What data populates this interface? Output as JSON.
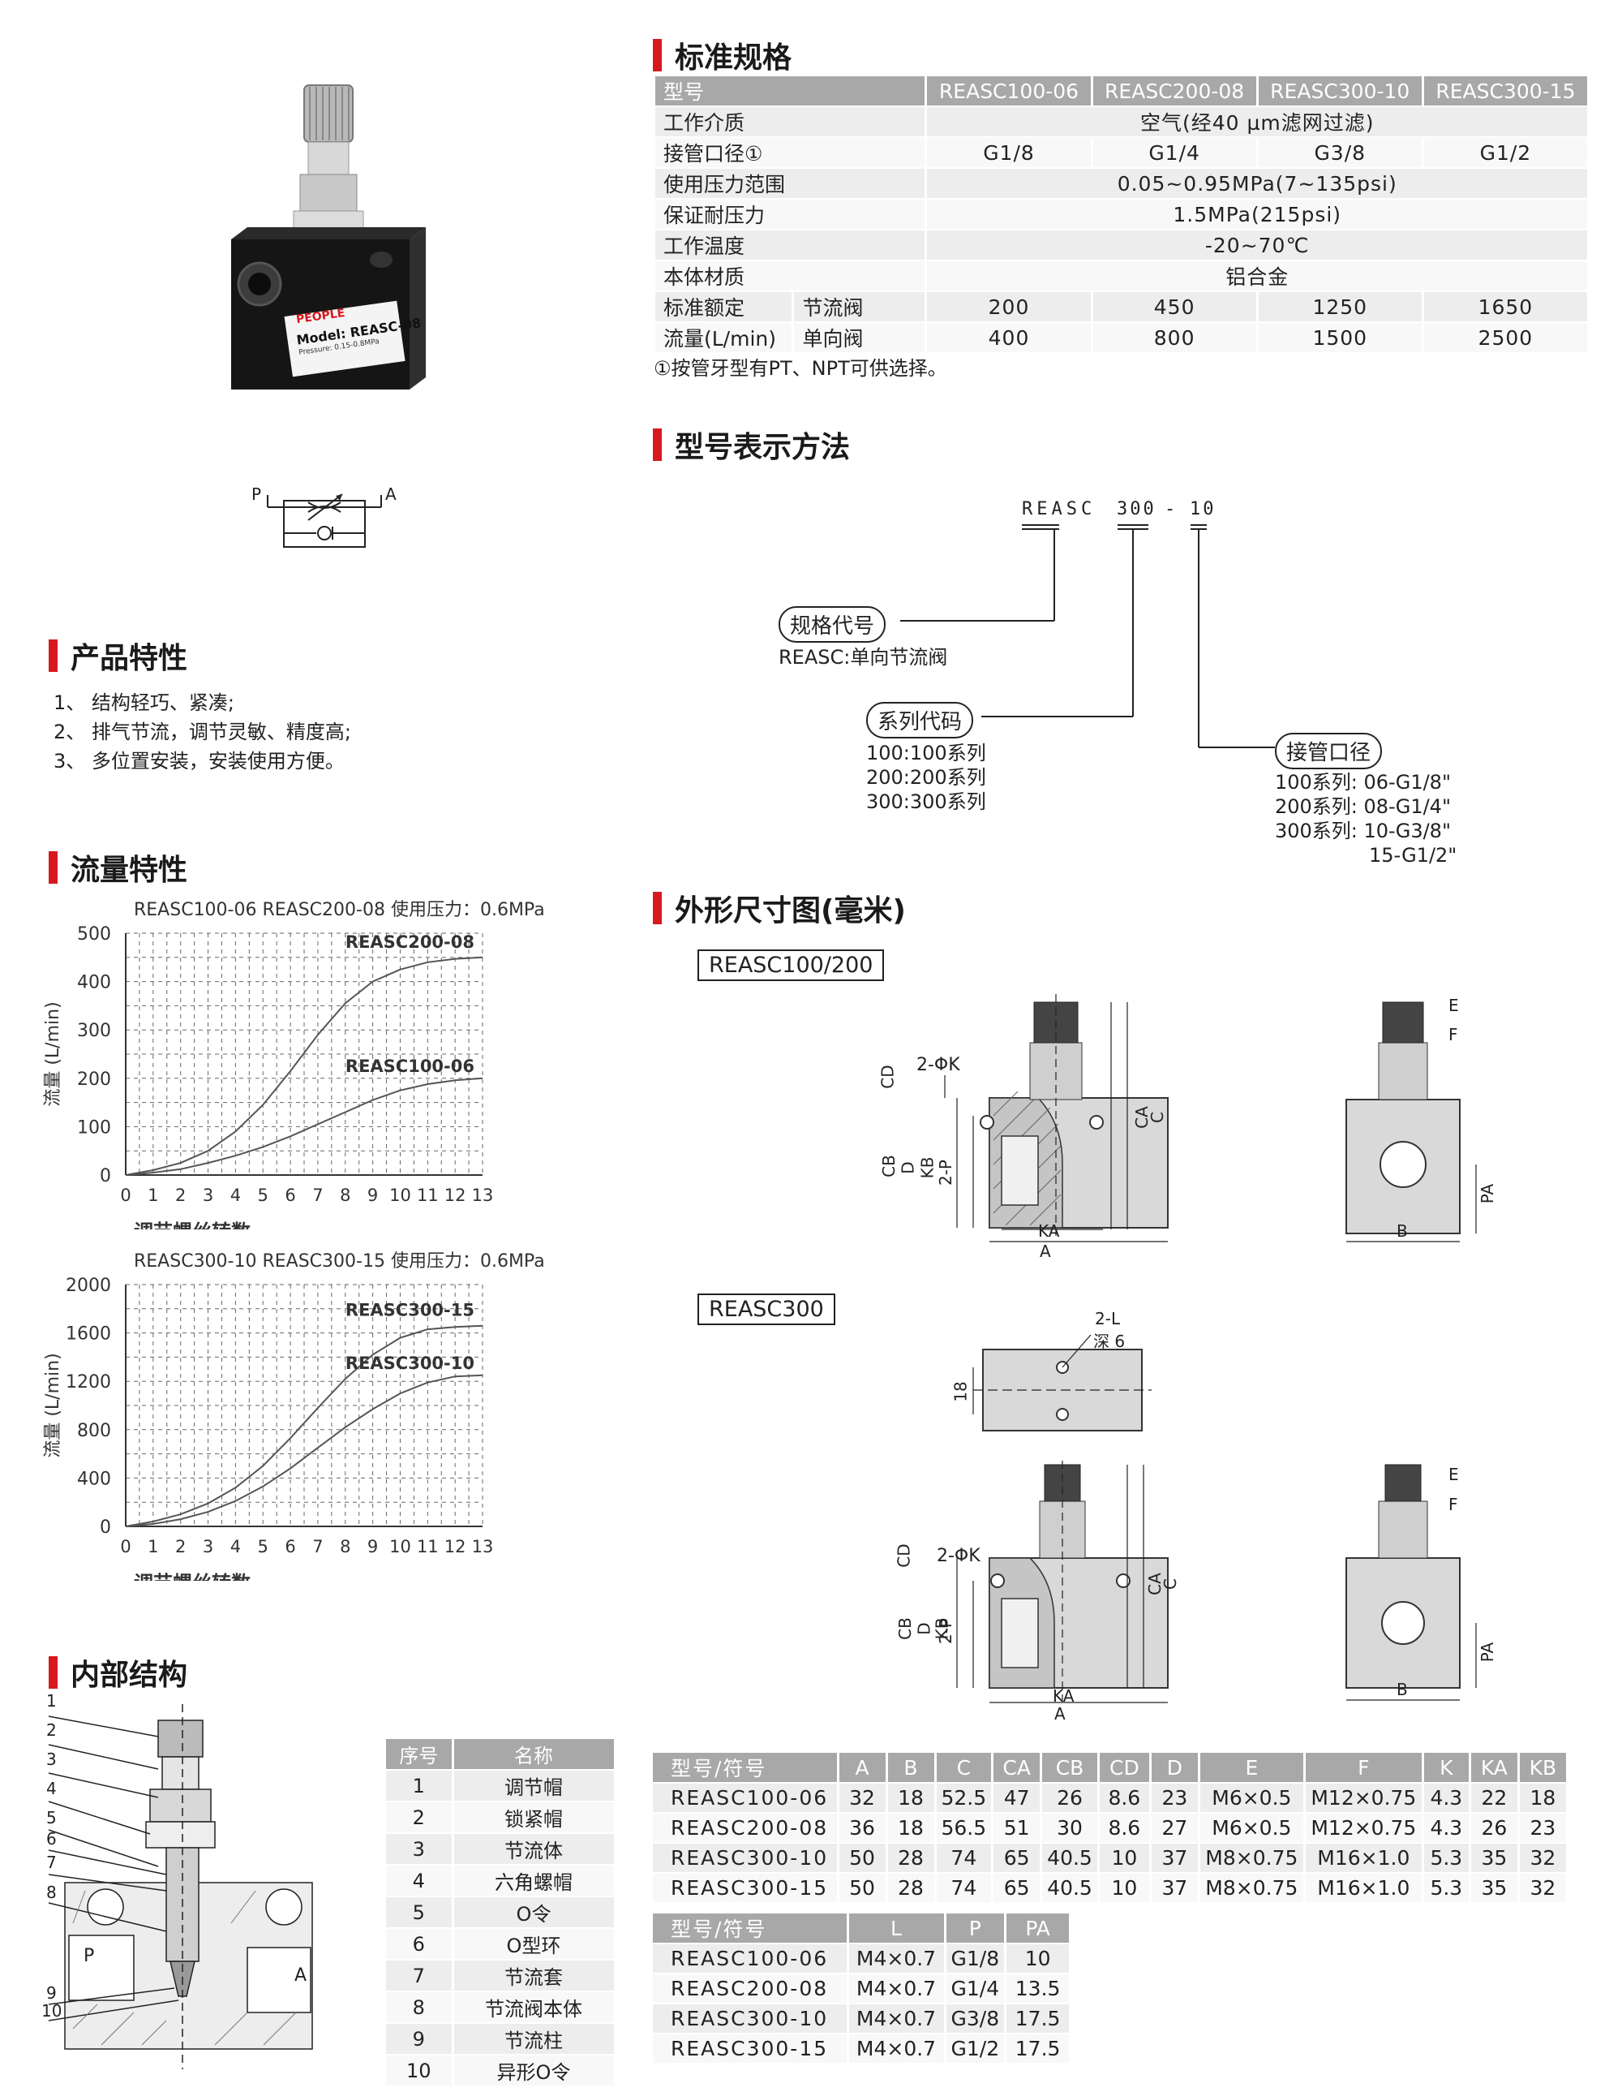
{
  "sections": {
    "spec": "标准规格",
    "model": "型号表示方法",
    "features": "产品特性",
    "flow": "流量特性",
    "dims": "外形尺寸图(毫米)",
    "internal": "内部结构"
  },
  "product": {
    "brand": "PEOPLE",
    "model_label": "Model: REASC-08",
    "pressure_label": "Pressure: 0.15-0.8MPa"
  },
  "symbol": {
    "p": "P",
    "a": "A"
  },
  "spec_table": {
    "header": [
      "型号",
      "REASC100-06",
      "REASC200-08",
      "REASC300-10",
      "REASC300-15"
    ],
    "medium": {
      "label": "工作介质",
      "value": "空气(经40 µm滤网过滤)"
    },
    "port": {
      "label": "接管口径①",
      "values": [
        "G1/8",
        "G1/4",
        "G3/8",
        "G1/2"
      ]
    },
    "pressure": {
      "label": "使用压力范围",
      "value": "0.05~0.95MPa(7~135psi)"
    },
    "proof": {
      "label": "保证耐压力",
      "value": "1.5MPa(215psi)"
    },
    "temp": {
      "label": "工作温度",
      "value": "-20~70℃"
    },
    "material": {
      "label": "本体材质",
      "value": "铝合金"
    },
    "flow_label_1": "标准额定",
    "flow_label_2": "流量(L/min)",
    "throttle": {
      "label": "节流阀",
      "values": [
        "200",
        "450",
        "1250",
        "1650"
      ]
    },
    "check": {
      "label": "单向阀",
      "values": [
        "400",
        "800",
        "1500",
        "2500"
      ]
    }
  },
  "spec_note": "①按管牙型有PT、NPT可供选择。",
  "model_code": {
    "code": "REASC",
    "series": "300",
    "dash": "-",
    "port": "10",
    "spec_label": "规格代号",
    "spec_desc": "REASC:单向节流阀",
    "series_label": "系列代码",
    "series_items": [
      "100:100系列",
      "200:200系列",
      "300:300系列"
    ],
    "port_label": "接管口径",
    "port_items": [
      "100系列: 06-G1/8\"",
      "200系列: 08-G1/4\"",
      "300系列: 10-G3/8\"",
      "15-G1/2\""
    ]
  },
  "features": [
    "1、 结构轻巧、紧凑;",
    "2、 排气节流，调节灵敏、精度高;",
    "3、 多位置安装，安装使用方便。"
  ],
  "chart_data": [
    {
      "type": "line",
      "title": "REASC100-06 REASC200-08 使用压力：0.6MPa",
      "xlabel": "调节螺丝转数",
      "ylabel": "流量 (L/min)",
      "xlim": [
        0,
        13
      ],
      "ylim": [
        0,
        500
      ],
      "x_ticks": [
        "0",
        "1",
        "2",
        "3",
        "4",
        "5",
        "6",
        "7",
        "8",
        "9",
        "10",
        "11",
        "12",
        "13"
      ],
      "y_ticks": [
        "0",
        "100",
        "200",
        "300",
        "400",
        "500"
      ],
      "grid": true,
      "series": [
        {
          "name": "REASC200-08",
          "x": [
            0,
            1,
            2,
            3,
            4,
            5,
            6,
            7,
            8,
            9,
            10,
            11,
            12,
            13
          ],
          "y": [
            0,
            10,
            25,
            50,
            90,
            145,
            215,
            290,
            355,
            400,
            425,
            440,
            447,
            450
          ]
        },
        {
          "name": "REASC100-06",
          "x": [
            0,
            1,
            2,
            3,
            4,
            5,
            6,
            7,
            8,
            9,
            10,
            11,
            12,
            13
          ],
          "y": [
            0,
            5,
            12,
            25,
            40,
            58,
            80,
            105,
            130,
            155,
            175,
            188,
            196,
            200
          ]
        }
      ]
    },
    {
      "type": "line",
      "title": "REASC300-10 REASC300-15 使用压力：0.6MPa",
      "xlabel": "调节螺丝转数",
      "ylabel": "流量 (L/min)",
      "xlim": [
        0,
        13
      ],
      "ylim": [
        0,
        2000
      ],
      "x_ticks": [
        "0",
        "1",
        "2",
        "3",
        "4",
        "5",
        "6",
        "7",
        "8",
        "9",
        "10",
        "11",
        "12",
        "13"
      ],
      "y_ticks": [
        "0",
        "400",
        "800",
        "1200",
        "1600",
        "2000"
      ],
      "grid": true,
      "series": [
        {
          "name": "REASC300-15",
          "x": [
            0,
            1,
            2,
            3,
            4,
            5,
            6,
            7,
            8,
            9,
            10,
            11,
            12,
            13
          ],
          "y": [
            0,
            40,
            100,
            190,
            320,
            500,
            730,
            980,
            1220,
            1420,
            1560,
            1630,
            1650,
            1660
          ]
        },
        {
          "name": "REASC300-10",
          "x": [
            0,
            1,
            2,
            3,
            4,
            5,
            6,
            7,
            8,
            9,
            10,
            11,
            12,
            13
          ],
          "y": [
            0,
            20,
            60,
            120,
            210,
            330,
            480,
            650,
            820,
            970,
            1100,
            1190,
            1240,
            1250
          ]
        }
      ]
    }
  ],
  "dim_labels": {
    "reasc100": "REASC100/200",
    "reasc300": "REASC300",
    "phi": "2-ΦK",
    "l": "2-L",
    "depth": "深 6",
    "p": "2-P",
    "eighteen": "18",
    "letters": [
      "CD",
      "CB",
      "D",
      "KB",
      "KA",
      "A",
      "CA",
      "C",
      "E",
      "F",
      "B",
      "PA"
    ]
  },
  "dims_table": {
    "header": [
      "型号/符号",
      "A",
      "B",
      "C",
      "CA",
      "CB",
      "CD",
      "D",
      "E",
      "F",
      "K",
      "KA",
      "KB"
    ],
    "rows": [
      [
        "REASC100-06",
        "32",
        "18",
        "52.5",
        "47",
        "26",
        "8.6",
        "23",
        "M6×0.5",
        "M12×0.75",
        "4.3",
        "22",
        "18"
      ],
      [
        "REASC200-08",
        "36",
        "18",
        "56.5",
        "51",
        "30",
        "8.6",
        "27",
        "M6×0.5",
        "M12×0.75",
        "4.3",
        "26",
        "23"
      ],
      [
        "REASC300-10",
        "50",
        "28",
        "74",
        "65",
        "40.5",
        "10",
        "37",
        "M8×0.75",
        "M16×1.0",
        "5.3",
        "35",
        "32"
      ],
      [
        "REASC300-15",
        "50",
        "28",
        "74",
        "65",
        "40.5",
        "10",
        "37",
        "M8×0.75",
        "M16×1.0",
        "5.3",
        "35",
        "32"
      ]
    ]
  },
  "dims_table2": {
    "header": [
      "型号/符号",
      "L",
      "P",
      "PA"
    ],
    "rows": [
      [
        "REASC100-06",
        "M4×0.7",
        "G1/8",
        "10"
      ],
      [
        "REASC200-08",
        "M4×0.7",
        "G1/4",
        "13.5"
      ],
      [
        "REASC300-10",
        "M4×0.7",
        "G3/8",
        "17.5"
      ],
      [
        "REASC300-15",
        "M4×0.7",
        "G1/2",
        "17.5"
      ]
    ]
  },
  "internal_drawing": {
    "numbers": [
      "1",
      "2",
      "3",
      "4",
      "5",
      "6",
      "7",
      "8",
      "9",
      "10"
    ],
    "p": "P",
    "a": "A"
  },
  "parts_table": {
    "header": [
      "序号",
      "名称"
    ],
    "rows": [
      [
        "1",
        "调节帽"
      ],
      [
        "2",
        "锁紧帽"
      ],
      [
        "3",
        "节流体"
      ],
      [
        "4",
        "六角螺帽"
      ],
      [
        "5",
        "O令"
      ],
      [
        "6",
        "O型环"
      ],
      [
        "7",
        "节流套"
      ],
      [
        "8",
        "节流阀本体"
      ],
      [
        "9",
        "节流柱"
      ],
      [
        "10",
        "异形O令"
      ]
    ]
  },
  "colors": {
    "accent": "#d7191f",
    "header_gray": "#a8a8a8",
    "row_light": "#ededed"
  }
}
